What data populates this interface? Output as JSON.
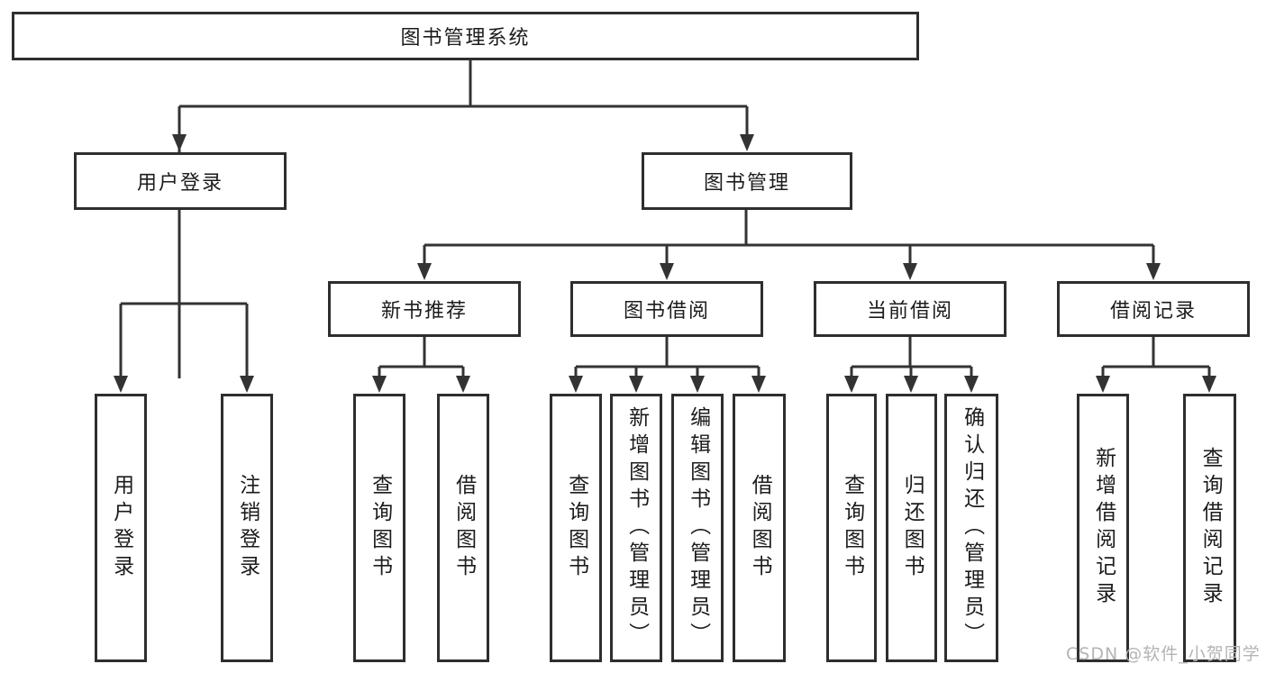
{
  "colors": {
    "line": "#333333",
    "box_border": "#2e2e2e",
    "box_fill": "#ffffff",
    "text": "#1c1c1c",
    "watermark": "#b4b4b4",
    "background": "#ffffff"
  },
  "watermark": {
    "text": "CSDN @软件_小贺同学"
  },
  "tree": {
    "label": "图书管理系统",
    "children": [
      {
        "label": "用户登录",
        "children": [
          {
            "label": "用户登录"
          },
          {
            "label": "注销登录"
          }
        ]
      },
      {
        "label": "图书管理",
        "children": [
          {
            "label": "新书推荐",
            "children": [
              {
                "label": "查询图书"
              },
              {
                "label": "借阅图书"
              }
            ]
          },
          {
            "label": "图书借阅",
            "children": [
              {
                "label": "查询图书"
              },
              {
                "label": "新增图书（管理员）"
              },
              {
                "label": "编辑图书（管理员）"
              },
              {
                "label": "借阅图书"
              }
            ]
          },
          {
            "label": "当前借阅",
            "children": [
              {
                "label": "查询图书"
              },
              {
                "label": "归还图书"
              },
              {
                "label": "确认归还（管理员）"
              }
            ]
          },
          {
            "label": "借阅记录",
            "children": [
              {
                "label": "新增借阅记录"
              },
              {
                "label": "查询借阅记录"
              }
            ]
          }
        ]
      }
    ]
  }
}
